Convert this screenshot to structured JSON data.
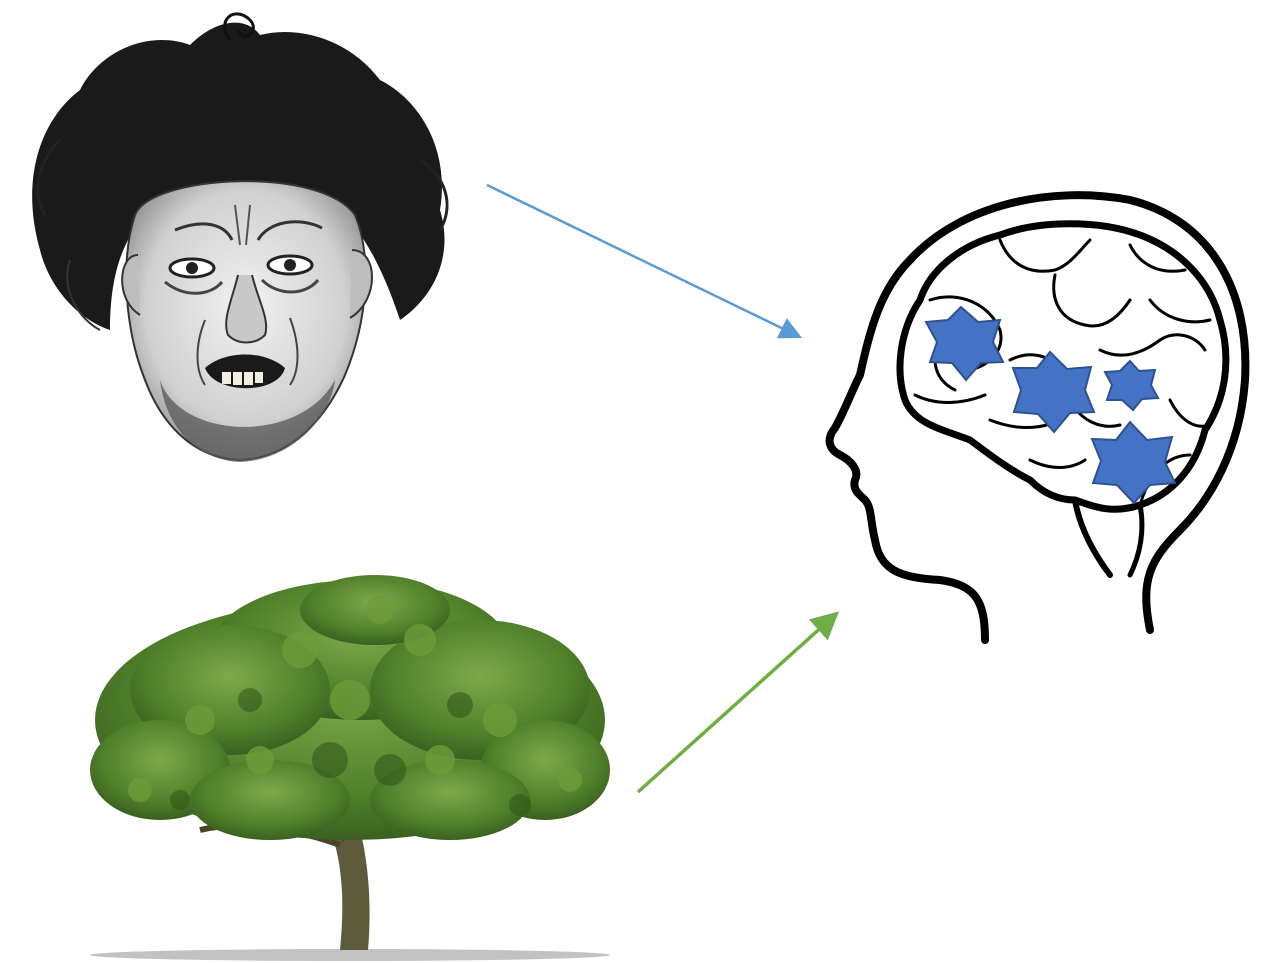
{
  "diagram": {
    "illustrations": [
      {
        "name": "angry-face-drawing",
        "icon": "angry-face-icon"
      },
      {
        "name": "oak-tree-photo",
        "icon": "tree-icon"
      },
      {
        "name": "head-brain-outline",
        "icon": "brain-icon"
      }
    ],
    "arrows": [
      {
        "name": "face-to-brain-arrow",
        "color": "#5b9bd5"
      },
      {
        "name": "tree-to-brain-arrow",
        "color": "#70ad47"
      }
    ],
    "activation_star_count": 4,
    "colors": {
      "star_fill": "#4472c4",
      "star_stroke": "#2f528f",
      "outline": "#000000",
      "foliage": "#4f7f2a",
      "trunk": "#5e5b3c"
    }
  }
}
